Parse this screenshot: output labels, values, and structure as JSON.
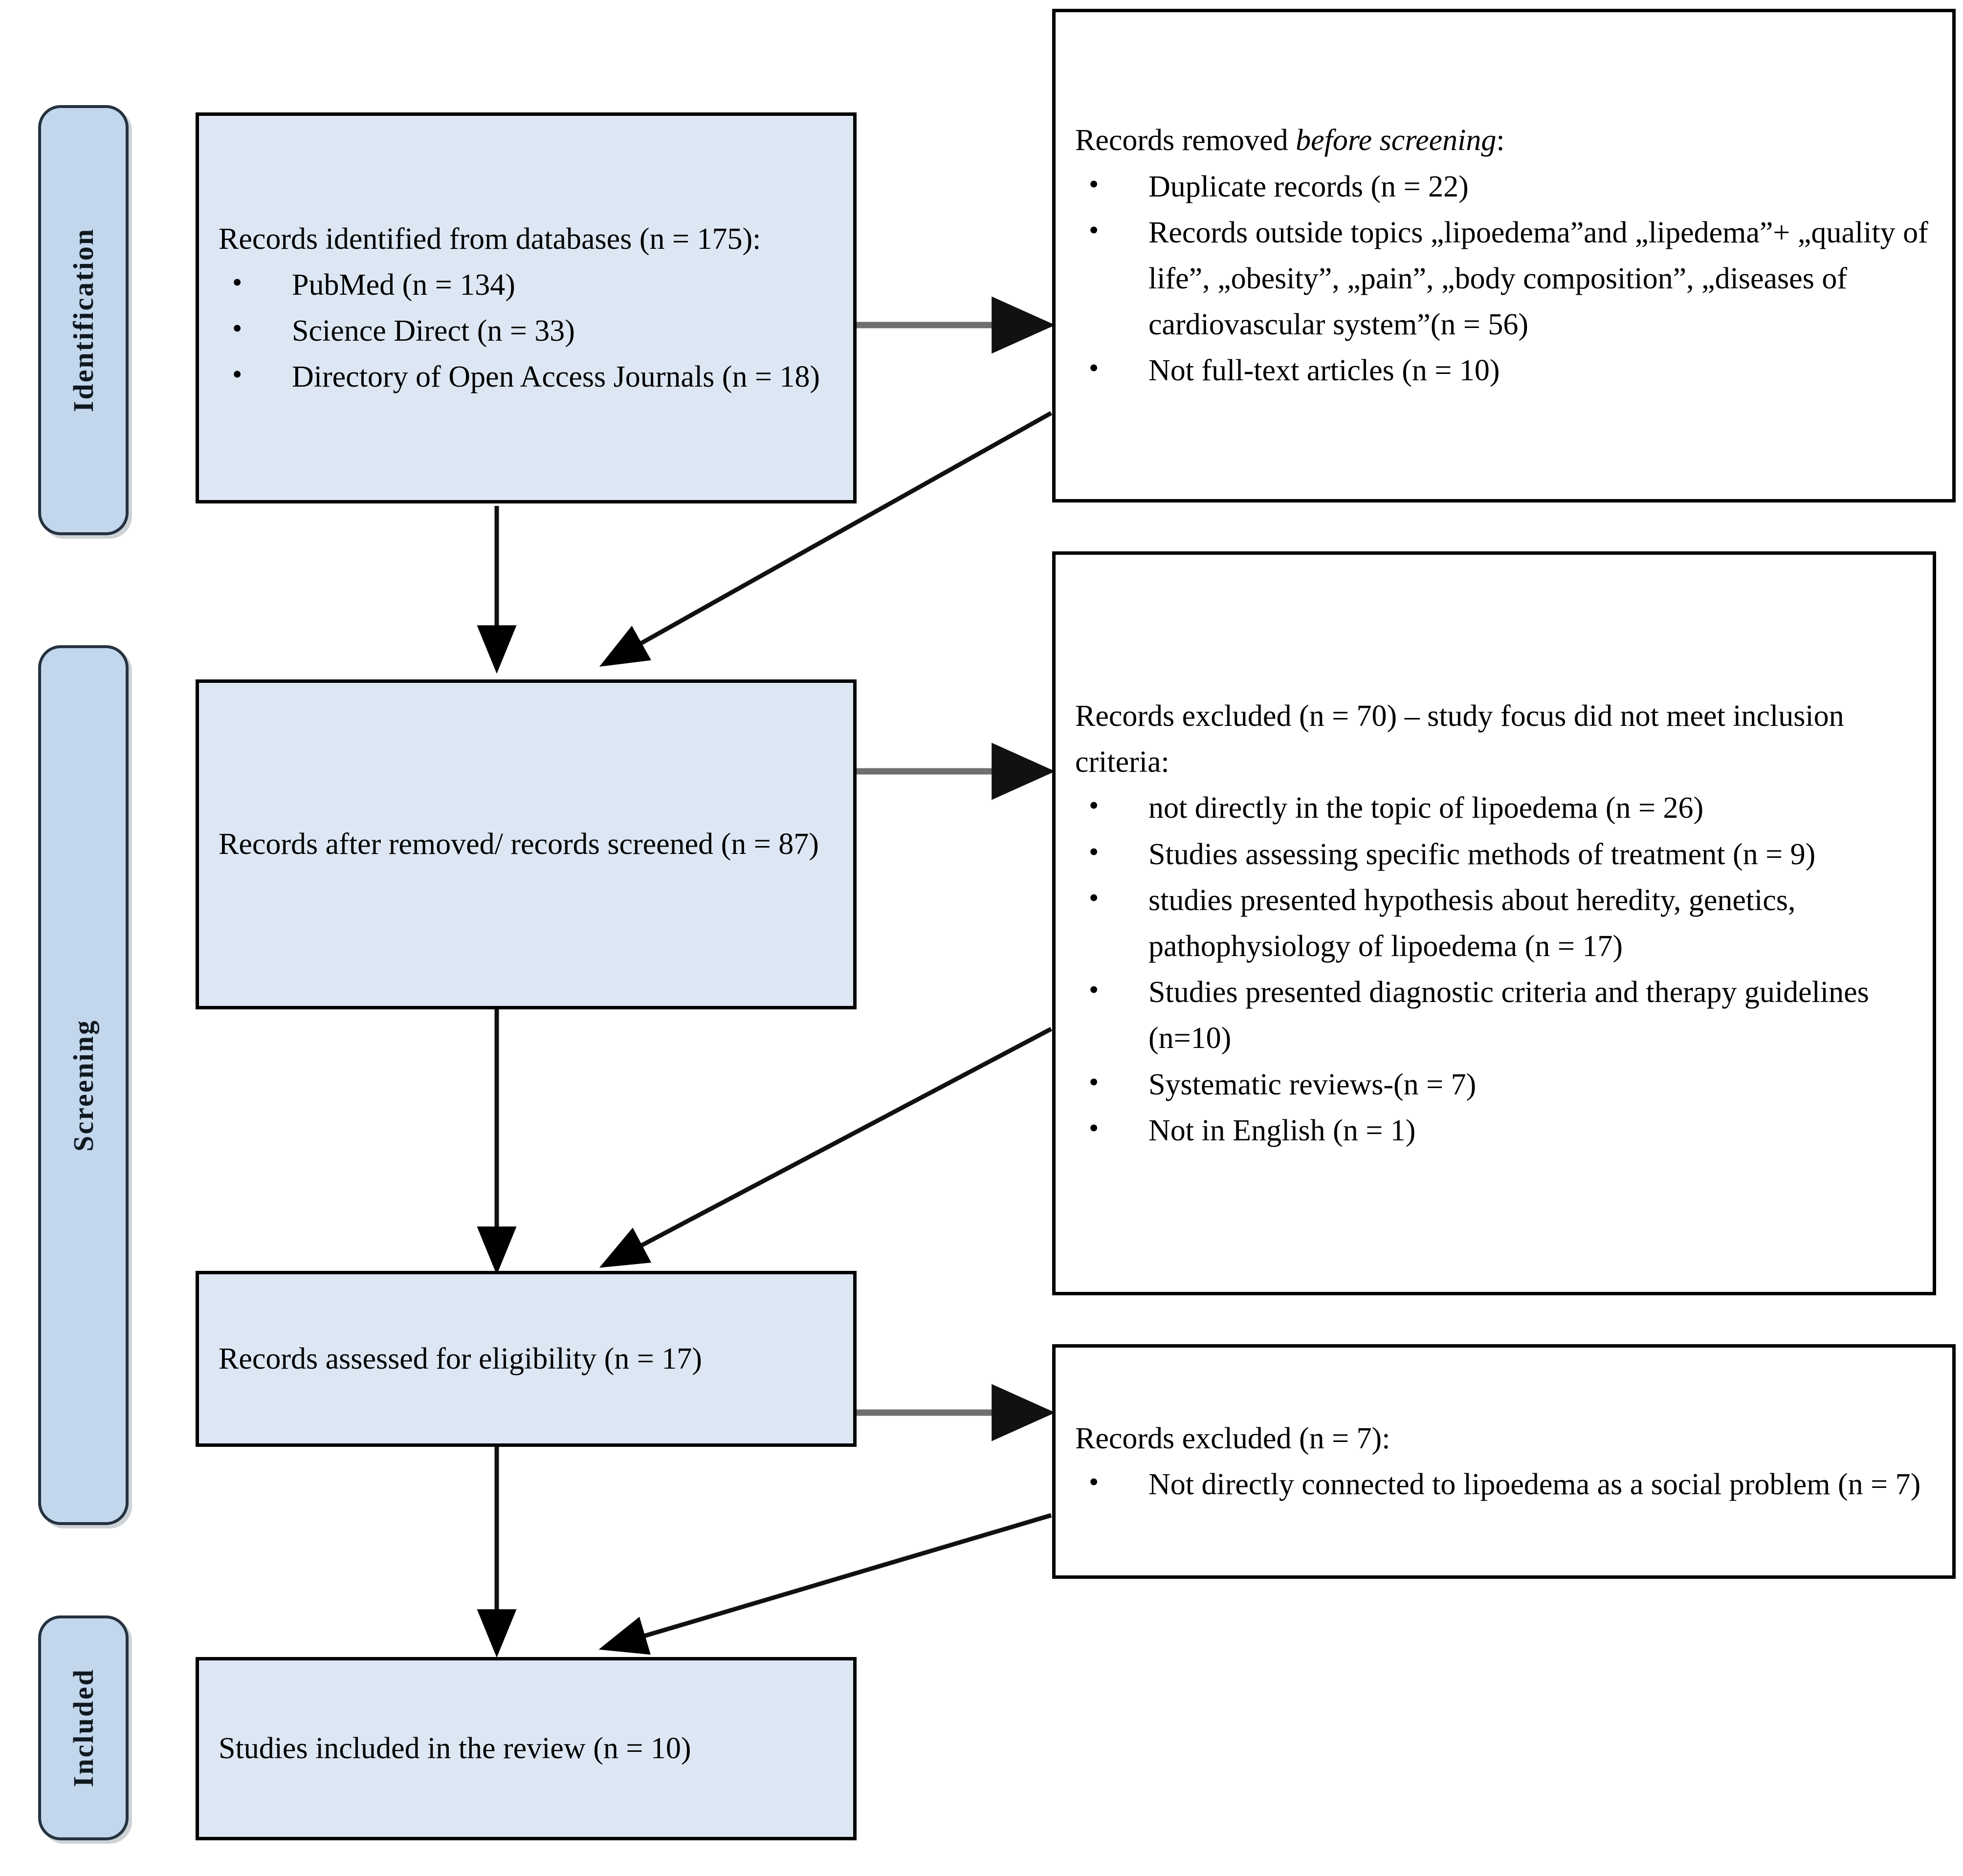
{
  "diagram": {
    "title": "PRISMA 2020 flow diagram",
    "colors": {
      "stage_bar_fill": "#c2d6ec",
      "stage_bar_border": "#25323f",
      "box_fill": "#dde7f3",
      "box_border": "#000000",
      "arrow_stroke": "#000000",
      "arrow_gray": "#6f6f6f",
      "background": "#ffffff"
    }
  },
  "stages": [
    {
      "id": "identification",
      "label": "Identification"
    },
    {
      "id": "screening",
      "label": "Screening"
    },
    {
      "id": "included",
      "label": "Included"
    }
  ],
  "nodes": {
    "identified": {
      "heading": "Records identified from databases (n = 175):",
      "items": [
        "PubMed (n = 134)",
        "Science Direct (n = 33)",
        "Directory of Open Access Journals (n = 18)"
      ]
    },
    "removed_before_screening": {
      "heading_plain": "Records removed ",
      "heading_italic": "before screening",
      "heading_tail": ":",
      "items": [
        "Duplicate records (n = 22)",
        "Records outside topics „lipoedema”and „lipedema”+ „quality of life”, „obesity”, „pain”, „body composition”, „diseases of cardiovascular system”(n = 56)",
        "Not full-text articles (n = 10)"
      ]
    },
    "screened": {
      "heading": "Records after removed/ records screened (n = 87)"
    },
    "excluded_70": {
      "heading": "Records excluded (n = 70) – study focus did not meet inclusion criteria:",
      "items": [
        "not directly in the topic of lipoedema (n = 26)",
        "Studies assessing specific methods of treatment (n = 9)",
        "studies presented hypothesis about heredity, genetics, pathophysiology  of lipoedema  (n = 17)",
        "Studies presented diagnostic criteria and therapy guidelines (n=10)",
        "Systematic reviews-(n = 7)",
        "Not in English (n = 1)"
      ]
    },
    "assessed": {
      "heading": "Records assessed for eligibility (n = 17)"
    },
    "excluded_7": {
      "heading": "Records excluded (n = 7):",
      "items": [
        "Not directly connected to lipoedema as a social problem (n = 7)"
      ]
    },
    "included_studies": {
      "heading": "Studies included in the review (n = 10)"
    }
  },
  "chart_data": {
    "type": "diagram",
    "title": "PRISMA 2020 flow diagram",
    "counts": {
      "records_identified_total": 175,
      "pubmed": 134,
      "science_direct": 33,
      "doaj": 18,
      "duplicates_removed": 22,
      "outside_topics_removed": 56,
      "not_full_text_removed": 10,
      "records_screened": 87,
      "records_excluded_screening": 70,
      "excluded_not_in_topic": 26,
      "excluded_specific_treatment_methods": 9,
      "excluded_hypothesis_heredity_genetics": 17,
      "excluded_diagnostic_criteria_guidelines": 10,
      "excluded_systematic_reviews": 7,
      "excluded_not_in_english": 1,
      "records_assessed_eligibility": 17,
      "records_excluded_eligibility": 7,
      "studies_included": 10
    }
  }
}
